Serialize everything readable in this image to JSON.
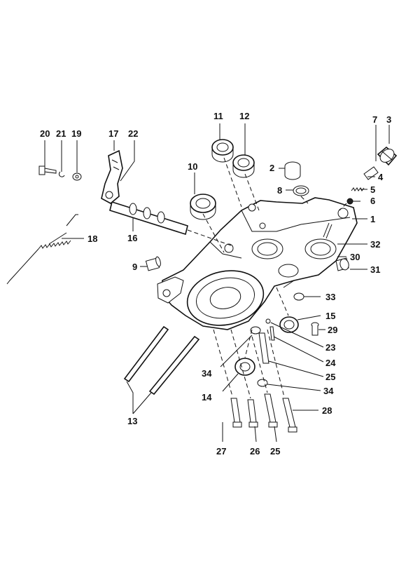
{
  "diagram": {
    "title": "",
    "callouts": [
      "1",
      "2",
      "3",
      "4",
      "5",
      "6",
      "7",
      "8",
      "9",
      "10",
      "11",
      "12",
      "13",
      "14",
      "15",
      "16",
      "17",
      "18",
      "19",
      "20",
      "21",
      "22",
      "23",
      "24",
      "25",
      "26",
      "27",
      "28",
      "29",
      "30",
      "31",
      "32",
      "33",
      "34"
    ]
  },
  "labels": [
    {
      "id": "lbl-20",
      "text": "20"
    },
    {
      "id": "lbl-21",
      "text": "21"
    },
    {
      "id": "lbl-19",
      "text": "19"
    },
    {
      "id": "lbl-17",
      "text": "17"
    },
    {
      "id": "lbl-22",
      "text": "22"
    },
    {
      "id": "lbl-11",
      "text": "11"
    },
    {
      "id": "lbl-12",
      "text": "12"
    },
    {
      "id": "lbl-7",
      "text": "7"
    },
    {
      "id": "lbl-3",
      "text": "3"
    },
    {
      "id": "lbl-10",
      "text": "10"
    },
    {
      "id": "lbl-2",
      "text": "2"
    },
    {
      "id": "lbl-4",
      "text": "4"
    },
    {
      "id": "lbl-8",
      "text": "8"
    },
    {
      "id": "lbl-5",
      "text": "5"
    },
    {
      "id": "lbl-6",
      "text": "6"
    },
    {
      "id": "lbl-1",
      "text": "1"
    },
    {
      "id": "lbl-18",
      "text": "18"
    },
    {
      "id": "lbl-16",
      "text": "16"
    },
    {
      "id": "lbl-32",
      "text": "32"
    },
    {
      "id": "lbl-30",
      "text": "30"
    },
    {
      "id": "lbl-9",
      "text": "9"
    },
    {
      "id": "lbl-31",
      "text": "31"
    },
    {
      "id": "lbl-33",
      "text": "33"
    },
    {
      "id": "lbl-15",
      "text": "15"
    },
    {
      "id": "lbl-29",
      "text": "29"
    },
    {
      "id": "lbl-23",
      "text": "23"
    },
    {
      "id": "lbl-34a",
      "text": "34"
    },
    {
      "id": "lbl-24",
      "text": "24"
    },
    {
      "id": "lbl-25a",
      "text": "25"
    },
    {
      "id": "lbl-14",
      "text": "14"
    },
    {
      "id": "lbl-34b",
      "text": "34"
    },
    {
      "id": "lbl-28",
      "text": "28"
    },
    {
      "id": "lbl-13",
      "text": "13"
    },
    {
      "id": "lbl-27",
      "text": "27"
    },
    {
      "id": "lbl-26",
      "text": "26"
    },
    {
      "id": "lbl-25b",
      "text": "25"
    }
  ]
}
